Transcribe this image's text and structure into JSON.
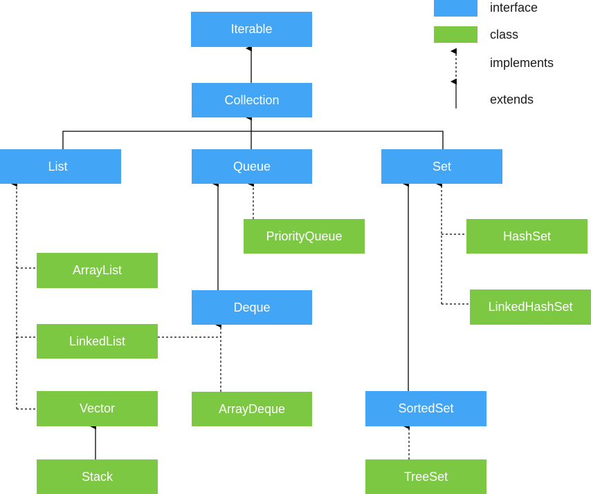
{
  "legend": {
    "interface_label": "interface",
    "class_label": "class",
    "implements_label": "implements",
    "extends_label": "extends"
  },
  "colors": {
    "interface": "#42a5f5",
    "class": "#7cc843"
  },
  "nodes": {
    "iterable": "Iterable",
    "collection": "Collection",
    "list": "List",
    "queue": "Queue",
    "set": "Set",
    "priority_queue": "PriorityQueue",
    "hash_set": "HashSet",
    "array_list": "ArrayList",
    "linked_hash_set": "LinkedHashSet",
    "deque": "Deque",
    "linked_list": "LinkedList",
    "vector": "Vector",
    "array_deque": "ArrayDeque",
    "sorted_set": "SortedSet",
    "stack": "Stack",
    "tree_set": "TreeSet"
  }
}
